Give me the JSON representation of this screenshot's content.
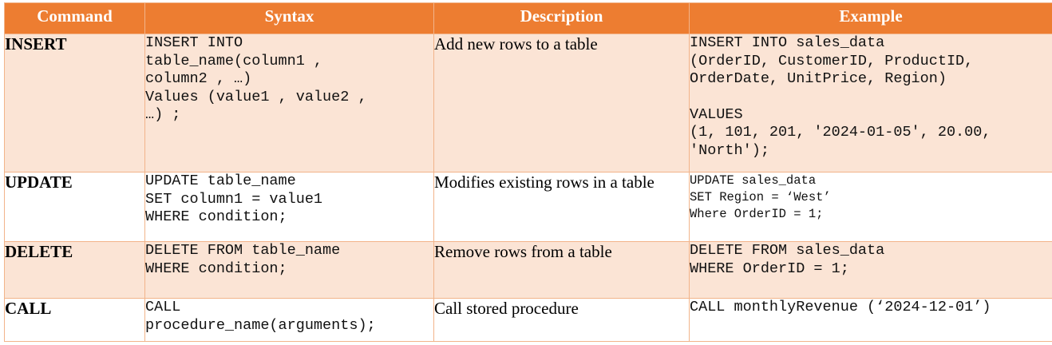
{
  "headers": [
    "Command",
    "Syntax",
    "Description",
    "Example"
  ],
  "rows": [
    {
      "command": "INSERT",
      "syntax": [
        "INSERT INTO",
        "table_name(column1 ,",
        "column2 , …)",
        "Values (value1 , value2 ,",
        "…) ;"
      ],
      "description": "Add new rows to a table",
      "example_a": [
        "INSERT INTO sales_data",
        "(OrderID, CustomerID, ProductID,",
        "OrderDate, UnitPrice, Region)"
      ],
      "example_b": [
        "VALUES",
        "(1, 101, 201, '2024-01-05', 20.00,",
        "'North');"
      ]
    },
    {
      "command": "UPDATE",
      "syntax": [
        "UPDATE table_name",
        "SET column1 = value1",
        "WHERE condition;"
      ],
      "description": "Modifies existing rows in a table",
      "example": [
        "UPDATE sales_data",
        "SET Region = ‘West’",
        "Where OrderID = 1;"
      ]
    },
    {
      "command": "DELETE",
      "syntax": [
        "DELETE FROM table_name",
        "WHERE condition;"
      ],
      "description": "Remove rows from a table",
      "example": [
        "DELETE FROM sales_data",
        "WHERE OrderID = 1;"
      ]
    },
    {
      "command": "CALL",
      "syntax": [
        "CALL",
        "procedure_name(arguments);"
      ],
      "description": "Call stored procedure",
      "example": [
        "CALL monthlyRevenue (‘2024-12-01’)"
      ]
    }
  ],
  "colors": {
    "header_bg": "#ed7d31",
    "row_tint": "#fbe4d5",
    "border": "#f2b48a"
  }
}
